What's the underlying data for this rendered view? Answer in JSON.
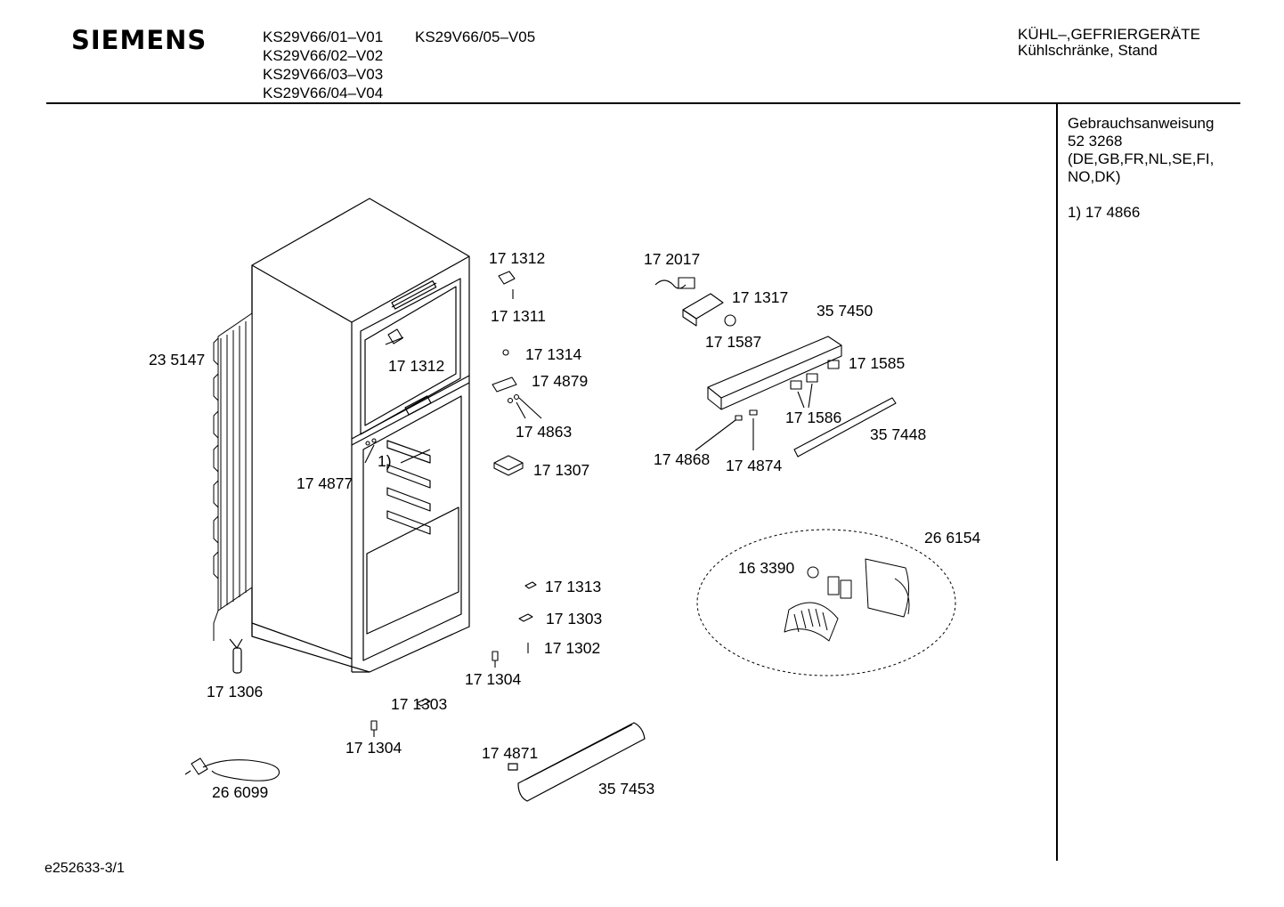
{
  "header": {
    "brand": "SIEMENS",
    "models": [
      "KS29V66/01–V01",
      "KS29V66/02–V02",
      "KS29V66/03–V03",
      "KS29V66/04–V04",
      "KS29V66/05–V05"
    ],
    "category_line1": "KÜHL–,GEFRIERGERÄTE",
    "category_line2": "Kühlschränke, Stand"
  },
  "sidebar": {
    "line1": "Gebrauchsanweisung",
    "line2": "52 3268",
    "line3": "(DE,GB,FR,NL,SE,FI,",
    "line4": "NO,DK)",
    "footnote": "1)  17 4866"
  },
  "parts": {
    "p235147": "23 5147",
    "p171312a": "17 1312",
    "p171311": "17 1311",
    "p171312b": "17 1312",
    "p171314": "17 1314",
    "p174879": "17 4879",
    "p174863": "17 4863",
    "p171307": "17 1307",
    "p174877": "17 4877",
    "fn1": "1)",
    "p172017": "17 2017",
    "p171317": "17 1317",
    "p357450": "35 7450",
    "p171587": "17 1587",
    "p171585": "17 1585",
    "p171586": "17 1586",
    "p357448": "35 7448",
    "p174868": "17 4868",
    "p174874": "17 4874",
    "p266154": "26 6154",
    "p163390": "16 3390",
    "p171313": "17 1313",
    "p171303a": "17 1303",
    "p171302": "17 1302",
    "p171304a": "17 1304",
    "p171306": "17 1306",
    "p171303b": "17 1303",
    "p171304b": "17 1304",
    "p174871": "17 4871",
    "p357453": "35 7453",
    "p266099": "26 6099"
  },
  "footer": {
    "code": "e252633-3/1"
  }
}
